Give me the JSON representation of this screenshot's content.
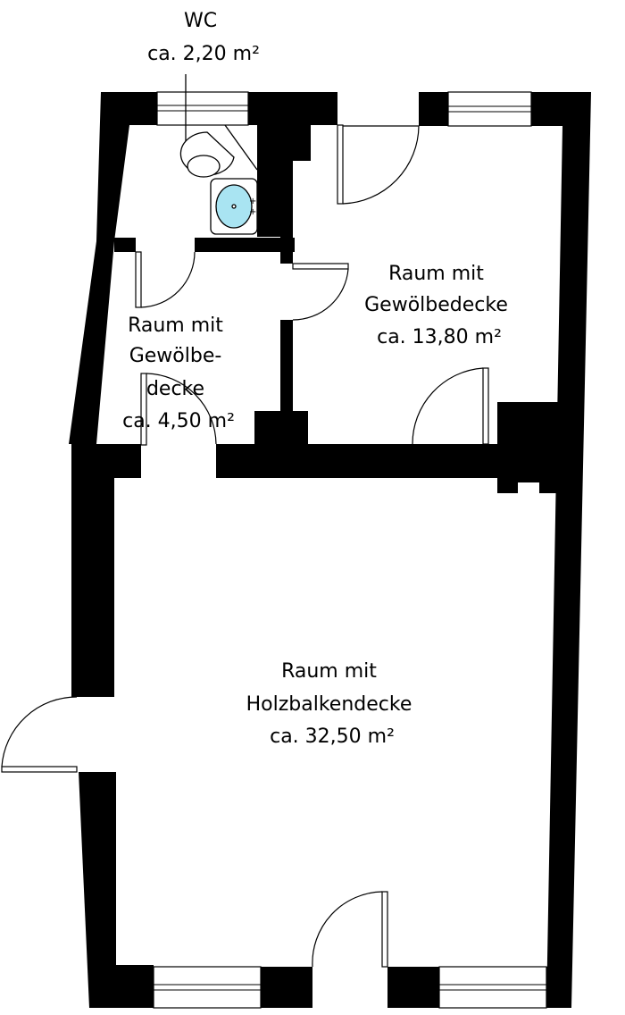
{
  "rooms": [
    {
      "id": "wc",
      "lines": [
        "WC",
        "ca. 2,20 m²"
      ]
    },
    {
      "id": "gewoelbe-13",
      "lines": [
        "Raum mit",
        "Gewölbedecke",
        "ca. 13,80 m²"
      ]
    },
    {
      "id": "gewoelbe-4",
      "lines": [
        "Raum mit",
        "Gewölbe-",
        "decke",
        "ca. 4,50 m²"
      ]
    },
    {
      "id": "holzbalken",
      "lines": [
        "Raum mit",
        "Holzbalkendecke",
        "ca. 32,50 m²"
      ]
    }
  ],
  "colors": {
    "wall": "#000000",
    "background": "#ffffff",
    "basin": "#a9e4f2"
  },
  "icons": [
    "toilet-icon",
    "washbasin-icon"
  ]
}
